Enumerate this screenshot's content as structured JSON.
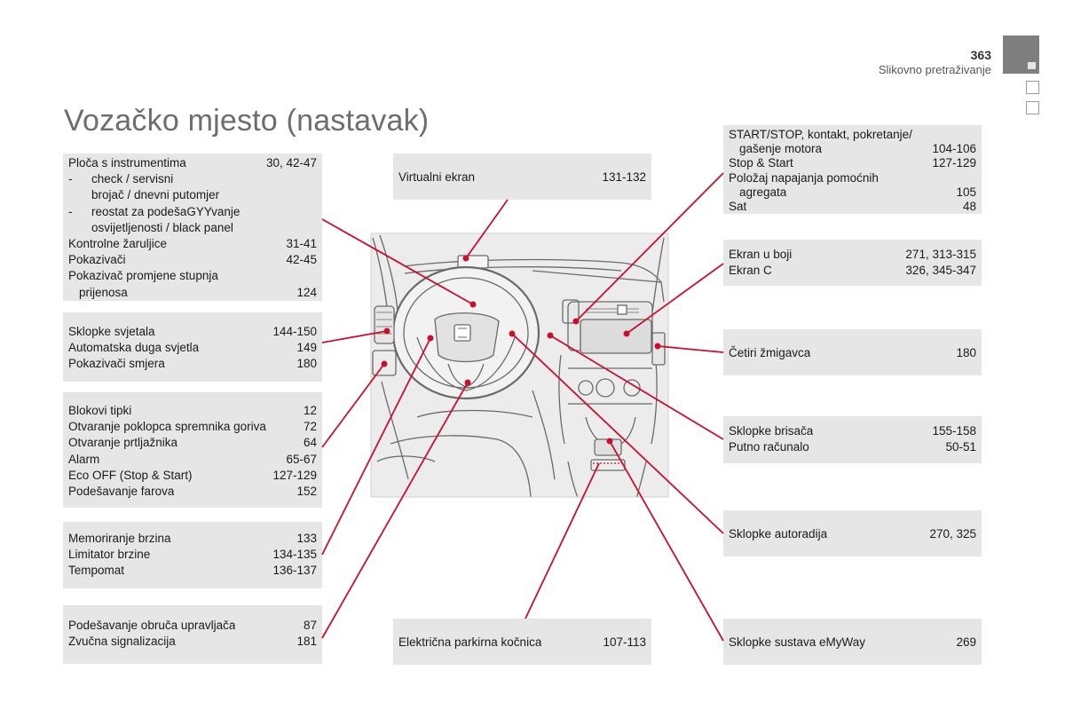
{
  "header": {
    "page_number": "363",
    "section": "Slikovno pretraživanje"
  },
  "title": "Vozačko mjesto (nastavak)",
  "colors": {
    "callout_line": "#c8102e",
    "box_bg": "#e6e6e6",
    "tab": "#7f7f7f"
  },
  "boxes": {
    "instrument_panel": {
      "rows": [
        {
          "label": "Ploča s instrumentima",
          "pages": "30, 42-47"
        },
        {
          "label": "check / servisni",
          "pages": ""
        },
        {
          "label": "brojač / dnevni putomjer",
          "pages": ""
        },
        {
          "label": "reostat za podešaGYYvanje",
          "pages": ""
        },
        {
          "label": "osvijetljenosti / black panel",
          "pages": ""
        },
        {
          "label": "Kontrolne žaruljice",
          "pages": "31-41"
        },
        {
          "label": "Pokazivači",
          "pages": "42-45"
        },
        {
          "label": "Pokazivač promjene stupnja",
          "pages": ""
        },
        {
          "label": "prijenosa",
          "pages": "124"
        }
      ],
      "dash": "-"
    },
    "lights": {
      "rows": [
        {
          "label": "Sklopke svjetala",
          "pages": "144-150"
        },
        {
          "label": "Automatska duga svjetla",
          "pages": "149"
        },
        {
          "label": "Pokazivači smjera",
          "pages": "180"
        }
      ]
    },
    "blocks": {
      "rows": [
        {
          "label": "Blokovi tipki",
          "pages": "12"
        },
        {
          "label": "Otvaranje poklopca spremnika goriva",
          "pages": "72"
        },
        {
          "label": "Otvaranje prtljažnika",
          "pages": "64"
        },
        {
          "label": "Alarm",
          "pages": "65-67"
        },
        {
          "label": "Eco OFF (Stop & Start)",
          "pages": "127-129"
        },
        {
          "label": "Podešavanje farova",
          "pages": "152"
        }
      ]
    },
    "speed": {
      "rows": [
        {
          "label": "Memoriranje brzina",
          "pages": "133"
        },
        {
          "label": "Limitator brzine",
          "pages": "134-135"
        },
        {
          "label": "Tempomat",
          "pages": "136-137"
        }
      ]
    },
    "steering": {
      "rows": [
        {
          "label": "Podešavanje obruča upravljača",
          "pages": "87"
        },
        {
          "label": "Zvučna signalizacija",
          "pages": "181"
        }
      ]
    },
    "virtual_screen": {
      "label": "Virtualni ekran",
      "pages": "131-132"
    },
    "parking_brake": {
      "label": "Električna parkirna kočnica",
      "pages": "107-113"
    },
    "start_stop": {
      "rows": [
        {
          "label": "START/STOP, kontakt, pokretanje/",
          "pages": ""
        },
        {
          "label": "gašenje motora",
          "pages": "104-106"
        },
        {
          "label": "Stop & Start",
          "pages": "127-129"
        },
        {
          "label": "Položaj napajanja pomoćnih",
          "pages": ""
        },
        {
          "label": "agregata",
          "pages": "105"
        },
        {
          "label": "Sat",
          "pages": "48"
        }
      ]
    },
    "color_screen": {
      "rows": [
        {
          "label": "Ekran u boji",
          "pages": "271, 313-315"
        },
        {
          "label": "Ekran C",
          "pages": "326, 345-347"
        }
      ]
    },
    "hazard": {
      "label": "Četiri žmigavca",
      "pages": "180"
    },
    "wipers": {
      "rows": [
        {
          "label": "Sklopke brisača",
          "pages": "155-158"
        },
        {
          "label": "Putno računalo",
          "pages": "50-51"
        }
      ]
    },
    "radio": {
      "label": "Sklopke autoradija",
      "pages": "270, 325"
    },
    "emyway": {
      "label": "Sklopke sustava eMyWay",
      "pages": "269"
    }
  }
}
